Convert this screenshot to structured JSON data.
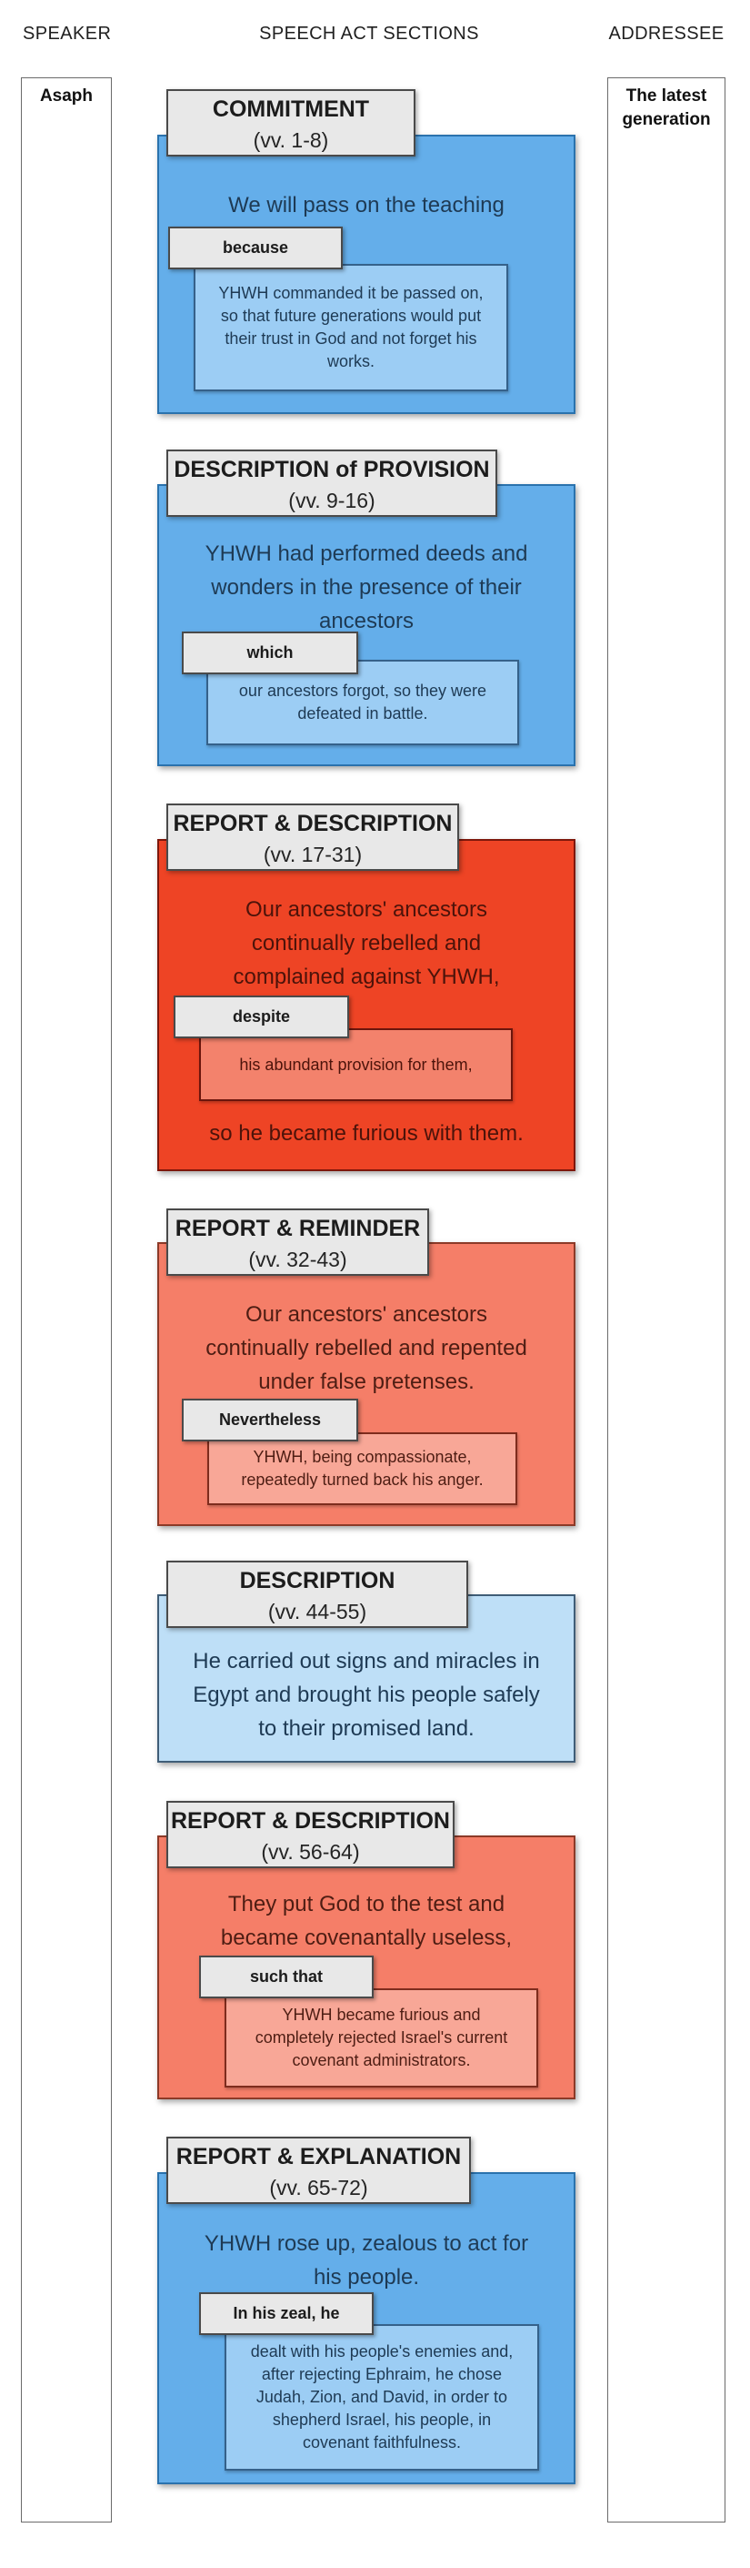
{
  "columns": {
    "speaker": {
      "header": "SPEAKER",
      "label": "Asaph"
    },
    "sections_header": "SPEECH ACT SECTIONS",
    "addressee": {
      "header": "ADDRESSEE",
      "label": "The latest\ngeneration"
    }
  },
  "palette": {
    "title_bg": "#e8e8e8",
    "title_border": "#4a4a4a",
    "title_text": "#1c1c1c",
    "schemes": {
      "blue": {
        "main": "#64aeea",
        "main_border": "#2a72ad",
        "support": "#9ccdf4",
        "support_border": "#35618a",
        "text": "#1e3a54"
      },
      "lightblue": {
        "main": "#bedff7",
        "main_border": "#3f5d77",
        "support": "#bedff7",
        "support_border": "#3f5d77",
        "text": "#1e3a54"
      },
      "red": {
        "main": "#ee4425",
        "main_border": "#7e170b",
        "support": "#f3826c",
        "support_border": "#6b150c",
        "text": "#4c130a"
      },
      "salmon": {
        "main": "#f57e68",
        "main_border": "#8c3a28",
        "support": "#f8a797",
        "support_border": "#7e2c1d",
        "text": "#4e1d13"
      }
    }
  },
  "sections": [
    {
      "title": "COMMITMENT",
      "verses": "(vv. 1-8)",
      "statement": "We will pass on the teaching",
      "connector": "because",
      "support": "YHWH commanded it be passed on,\nso that future generations would put\ntheir trust in God and not forget his\nworks.",
      "conclusion": "",
      "scheme": "blue"
    },
    {
      "title": "DESCRIPTION of PROVISION",
      "verses": "(vv. 9-16)",
      "statement": "YHWH had performed deeds and\nwonders in the presence of their\nancestors",
      "connector": "which",
      "support": "our ancestors forgot, so they were\ndefeated in battle.",
      "conclusion": "",
      "scheme": "blue"
    },
    {
      "title": "REPORT & DESCRIPTION",
      "verses": "(vv. 17-31)",
      "statement": "Our ancestors' ancestors\ncontinually rebelled and\ncomplained against YHWH,",
      "connector": "despite",
      "support": "his abundant provision for them,",
      "conclusion": "so he became furious with them.",
      "scheme": "red"
    },
    {
      "title": "REPORT & REMINDER",
      "verses": "(vv. 32-43)",
      "statement": "Our ancestors' ancestors\ncontinually rebelled and repented\nunder false pretenses.",
      "connector": "Nevertheless",
      "support": "YHWH, being compassionate,\nrepeatedly turned back his anger.",
      "conclusion": "",
      "scheme": "salmon"
    },
    {
      "title": "DESCRIPTION",
      "verses": "(vv. 44-55)",
      "statement": "He carried out signs and miracles in\nEgypt and brought his people safely\nto their promised land.",
      "connector": "",
      "support": "",
      "conclusion": "",
      "scheme": "lightblue"
    },
    {
      "title": "REPORT & DESCRIPTION",
      "verses": "(vv. 56-64)",
      "statement": "They put God to the test and\nbecame covenantally useless,",
      "connector": "such that",
      "support": "YHWH became furious and\ncompletely rejected Israel's current\ncovenant administrators.",
      "conclusion": "",
      "scheme": "salmon"
    },
    {
      "title": "REPORT & EXPLANATION",
      "verses": "(vv. 65-72)",
      "statement": "YHWH rose up, zealous to act for\nhis people.",
      "connector": "In his zeal, he",
      "support": "dealt with his people's enemies and,\nafter rejecting Ephraim, he chose\nJudah, Zion, and David, in order to\nshepherd Israel, his people, in\ncovenant faithfulness.",
      "conclusion": "",
      "scheme": "blue"
    }
  ]
}
